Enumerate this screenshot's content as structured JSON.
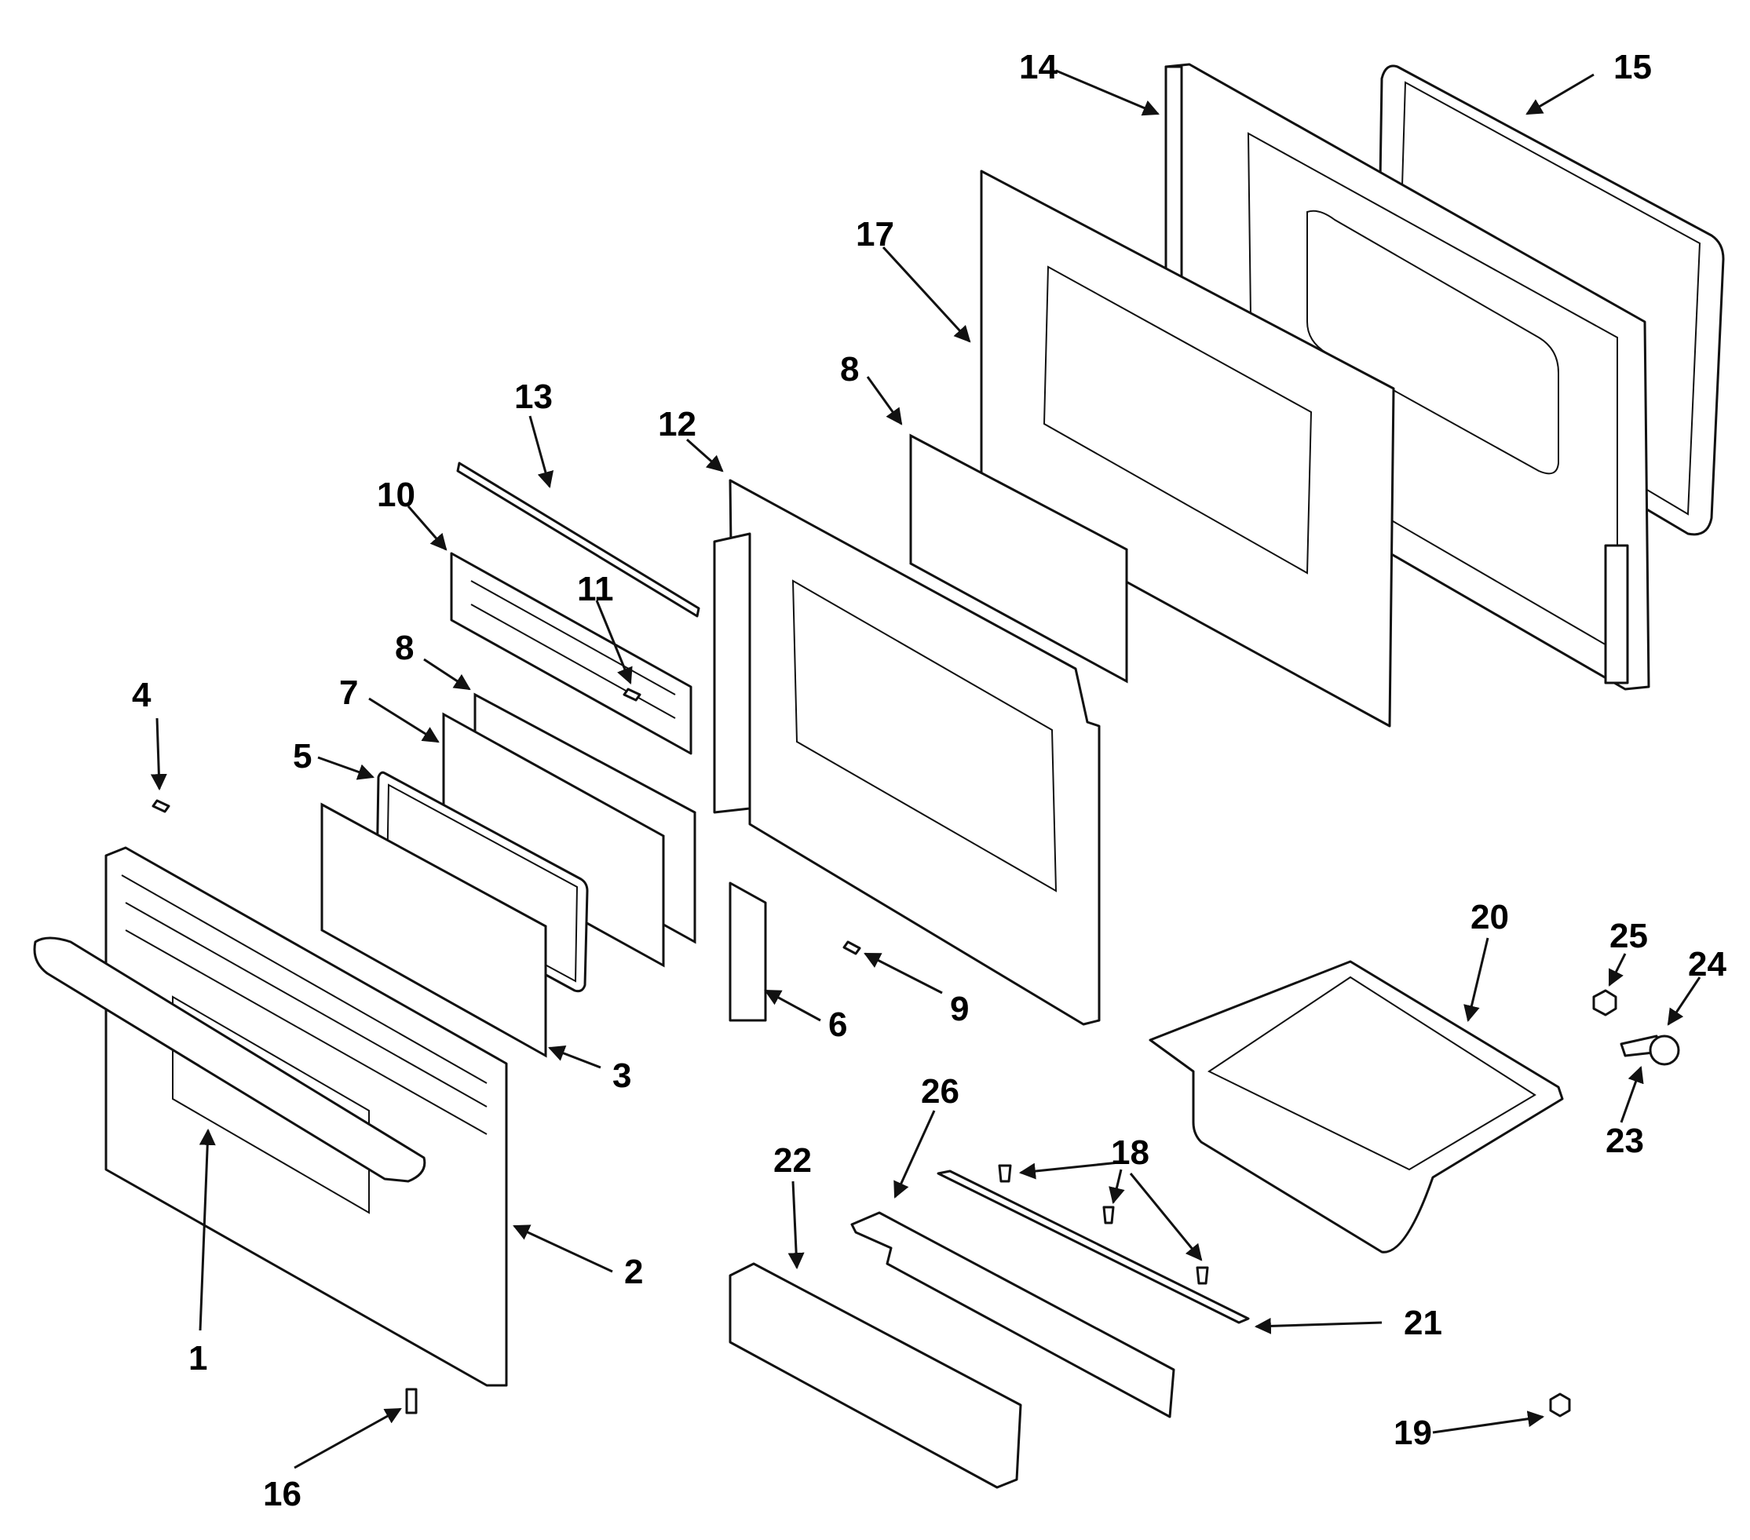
{
  "diagram": {
    "callouts": [
      {
        "id": "c1",
        "text": "1"
      },
      {
        "id": "c2",
        "text": "2"
      },
      {
        "id": "c3",
        "text": "3"
      },
      {
        "id": "c4",
        "text": "4"
      },
      {
        "id": "c5",
        "text": "5"
      },
      {
        "id": "c6",
        "text": "6"
      },
      {
        "id": "c7",
        "text": "7"
      },
      {
        "id": "c8a",
        "text": "8"
      },
      {
        "id": "c8b",
        "text": "8"
      },
      {
        "id": "c9",
        "text": "9"
      },
      {
        "id": "c10",
        "text": "10"
      },
      {
        "id": "c11",
        "text": "11"
      },
      {
        "id": "c12",
        "text": "12"
      },
      {
        "id": "c13",
        "text": "13"
      },
      {
        "id": "c14",
        "text": "14"
      },
      {
        "id": "c15",
        "text": "15"
      },
      {
        "id": "c16",
        "text": "16"
      },
      {
        "id": "c17",
        "text": "17"
      },
      {
        "id": "c18",
        "text": "18"
      },
      {
        "id": "c19",
        "text": "19"
      },
      {
        "id": "c20",
        "text": "20"
      },
      {
        "id": "c21",
        "text": "21"
      },
      {
        "id": "c22",
        "text": "22"
      },
      {
        "id": "c23",
        "text": "23"
      },
      {
        "id": "c24",
        "text": "24"
      },
      {
        "id": "c25",
        "text": "25"
      },
      {
        "id": "c26",
        "text": "26"
      }
    ],
    "colors": {
      "line": "#111111",
      "background": "#ffffff"
    }
  }
}
